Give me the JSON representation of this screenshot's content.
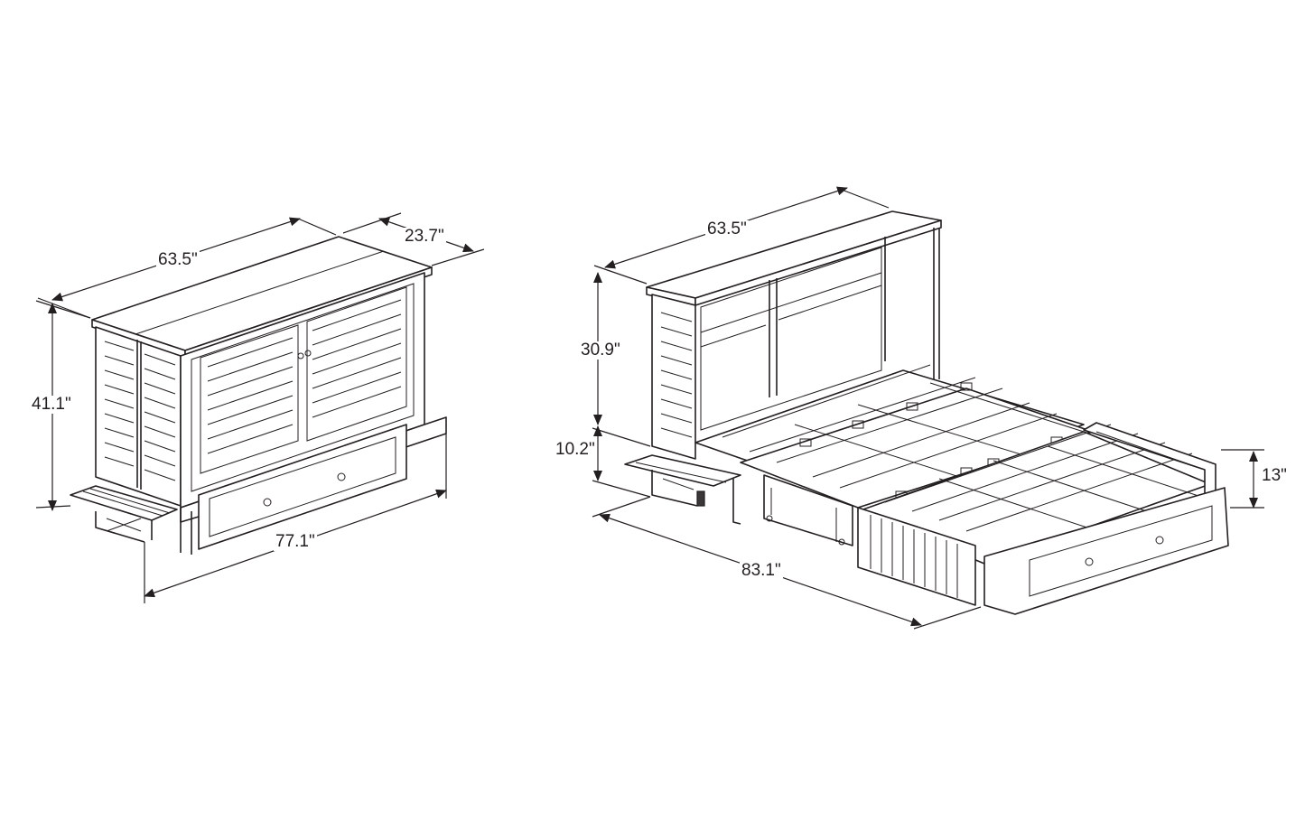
{
  "dimensions": {
    "closed": {
      "width": "63.5\"",
      "depth": "23.7\"",
      "height": "41.1\"",
      "open_length": "77.1\""
    },
    "open": {
      "width": "63.5\"",
      "headboard_height": "30.9\"",
      "side_height": "10.2\"",
      "length": "83.1\"",
      "footboard_height": "13\""
    }
  },
  "colors": {
    "line": "#231f20",
    "background": "#ffffff"
  }
}
